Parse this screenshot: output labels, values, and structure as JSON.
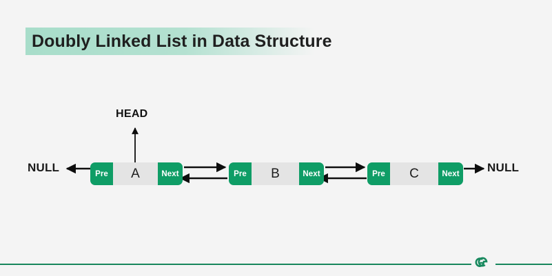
{
  "page": {
    "title": "Doubly Linked List in Data Structure",
    "background_color": "#f4f4f4",
    "title_highlight_color": "#b4e1d1",
    "accent_green": "#0f9d66",
    "footer_rule_color": "#17865c",
    "node_body_color": "#e4e4e4"
  },
  "diagram": {
    "type": "doubly-linked-list",
    "head_label": "HEAD",
    "terminator_left": "NULL",
    "terminator_right": "NULL",
    "pointer_labels": {
      "prev": "Pre",
      "next": "Next"
    },
    "nodes": [
      {
        "value": "A",
        "prev_label": "Pre",
        "next_label": "Next"
      },
      {
        "value": "B",
        "prev_label": "Pre",
        "next_label": "Next"
      },
      {
        "value": "C",
        "prev_label": "Pre",
        "next_label": "Next"
      }
    ],
    "links": [
      {
        "from": "A.next",
        "to": "B.prev",
        "direction": "right"
      },
      {
        "from": "B.prev",
        "to": "A.next",
        "direction": "left"
      },
      {
        "from": "B.next",
        "to": "C.prev",
        "direction": "right"
      },
      {
        "from": "C.prev",
        "to": "B.next",
        "direction": "left"
      },
      {
        "from": "A.prev",
        "to": "NULL",
        "direction": "left"
      },
      {
        "from": "C.next",
        "to": "NULL",
        "direction": "right"
      },
      {
        "from": "HEAD",
        "to": "A",
        "direction": "up"
      }
    ]
  },
  "footer": {
    "logo_name": "geeksforgeeks-logo"
  }
}
